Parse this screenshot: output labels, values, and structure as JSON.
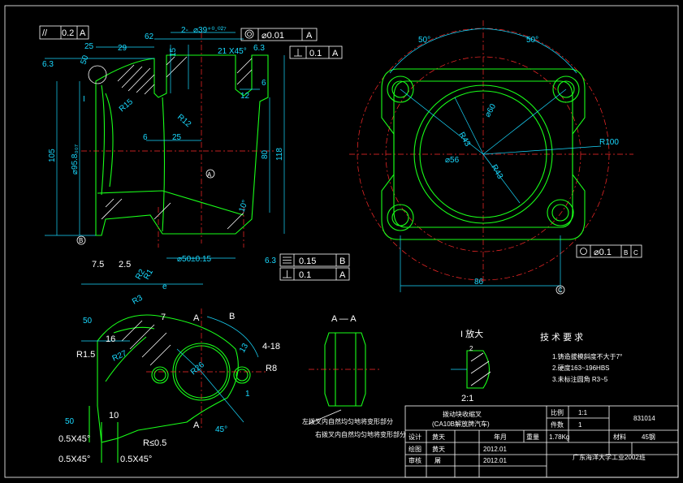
{
  "view_left": {
    "fcf_top": {
      "symbol": "//",
      "tolerance": "0.2",
      "datum": "A"
    },
    "dims": {
      "d29": "29",
      "d62": "62",
      "d25a": "25",
      "d2": "2-",
      "d39": "⌀39⁺⁰·⁰²⁷",
      "d0_01": "⌀0.01",
      "datumA1": "A",
      "chamfer21": "21 X45°",
      "d15": "15",
      "d6_3a": "6.3",
      "d0_1a": "0.1",
      "datumA2": "A",
      "d12": "12",
      "d6": "6",
      "d50a": "50",
      "d6_3b": "6.3",
      "I": "I",
      "R15": "R15",
      "R12": "R12",
      "d6b": "6",
      "d25b": "25",
      "d105": "105",
      "d95": "⌀95.8₀₀₇",
      "d80": "80",
      "d118": "118",
      "d10": "10°",
      "datumA3": "A",
      "datumB": "B",
      "d50_015": "⌀50±0.15",
      "d6_3c": "6.3",
      "f015": "0.15",
      "fB": "B",
      "f01b": "0.1",
      "fA": "A"
    }
  },
  "view_right": {
    "dims": {
      "a50l": "50°",
      "a50r": "50°",
      "R43a": "R43",
      "d60": "⌀60",
      "d56": "⌀56",
      "R43b": "R43",
      "R100": "R100",
      "d86": "86",
      "datumC": "C",
      "pos": "⌀0.1",
      "pB": "B",
      "pC": "C"
    }
  },
  "view_bottom": {
    "dims": {
      "d7_5": "7.5",
      "d2_5": "2.5",
      "R2": "R2",
      "R1": "R1",
      "R3": "R3",
      "e": "e",
      "d7": "7",
      "B": "B",
      "d50": "50",
      "d16": "16",
      "R1_5": "R1.5",
      "R27": "R27",
      "R26": "R26",
      "d4_18": "4-18",
      "R8": "R8",
      "d13": "13",
      "d45": "45°",
      "A1": "A",
      "A2": "A",
      "d1": "1",
      "d50b": "50",
      "d10b": "10",
      "c1": "0.5X45°",
      "Rle": "R≤0.5",
      "c2": "0.5X45°",
      "c3": "0.5X45°"
    }
  },
  "section": {
    "title": "A — A",
    "note1": "左拨叉内自然均匀地将变形部分",
    "note2": "右拨叉内自然均匀地将变形部分"
  },
  "detail": {
    "title": "I 放大",
    "scale": "2:1",
    "d2": "2"
  },
  "tech_req": {
    "title": "技 术 要 求",
    "items": [
      "1.铸造拔模斜度不大于7°",
      "2.硬度163~196HBS",
      "3.未标注圆角 R3~5"
    ]
  },
  "title_block": {
    "part_name": "拨动块收缩叉",
    "part_sub": "(CA10B解放牌汽车)",
    "scale_label": "比例",
    "scale_val": "1:1",
    "count_label": "件数",
    "count_val": "1",
    "drawing_no": "831014",
    "designer_label": "设计",
    "designer_name": "黄天",
    "date_label": "年月",
    "weight_label": "重量",
    "weight_val": "1.78Kg",
    "material_label": "材料",
    "material_val": "45钢",
    "draw_label": "绘图",
    "draw_name": "黄天",
    "draw_date": "2012.01",
    "review_label": "审核",
    "review_name": "屠",
    "review_date": "2012.01",
    "school": "广东海洋大学工业2002班"
  }
}
